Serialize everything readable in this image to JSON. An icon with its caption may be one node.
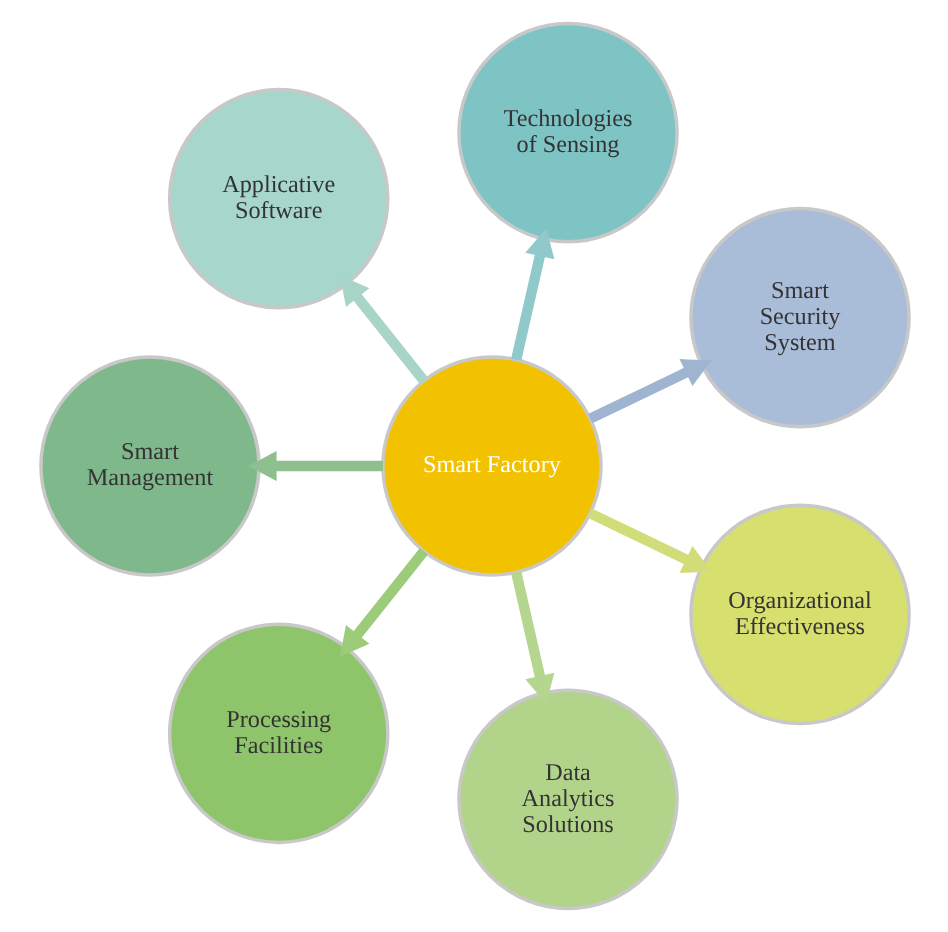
{
  "diagram": {
    "nodes": [
      {
        "text": [
          "Smart Factory"
        ]
      },
      {
        "text": [
          "Smart Security System"
        ]
      },
      {
        "text": [
          "Technologies of Sensing"
        ]
      },
      {
        "text": [
          "Applicative Software"
        ]
      },
      {
        "text": [
          "Smart Management"
        ]
      },
      {
        "text": [
          "Processing Facilities"
        ]
      },
      {
        "text": [
          "Data Analytics Solutions"
        ]
      },
      {
        "text": [
          "Organizational Effectiveness"
        ]
      }
    ],
    "edges": [
      {
        "from": 0,
        "to": 1,
        "arrow": "to",
        "color": "#9fb4d0"
      },
      {
        "from": 0,
        "to": 2,
        "arrow": "to",
        "color": "#8fc9c9"
      },
      {
        "from": 0,
        "to": 3,
        "arrow": "to",
        "color": "#a9d4c8"
      },
      {
        "from": 0,
        "to": 4,
        "arrow": "to",
        "color": "#8fbf8f"
      },
      {
        "from": 0,
        "to": 5,
        "arrow": "to",
        "color": "#9ccb7a"
      },
      {
        "from": 0,
        "to": 6,
        "arrow": "to",
        "color": "#b5d68f"
      },
      {
        "from": 0,
        "to": 7,
        "arrow": "to",
        "color": "#d2dd7a"
      }
    ]
  }
}
